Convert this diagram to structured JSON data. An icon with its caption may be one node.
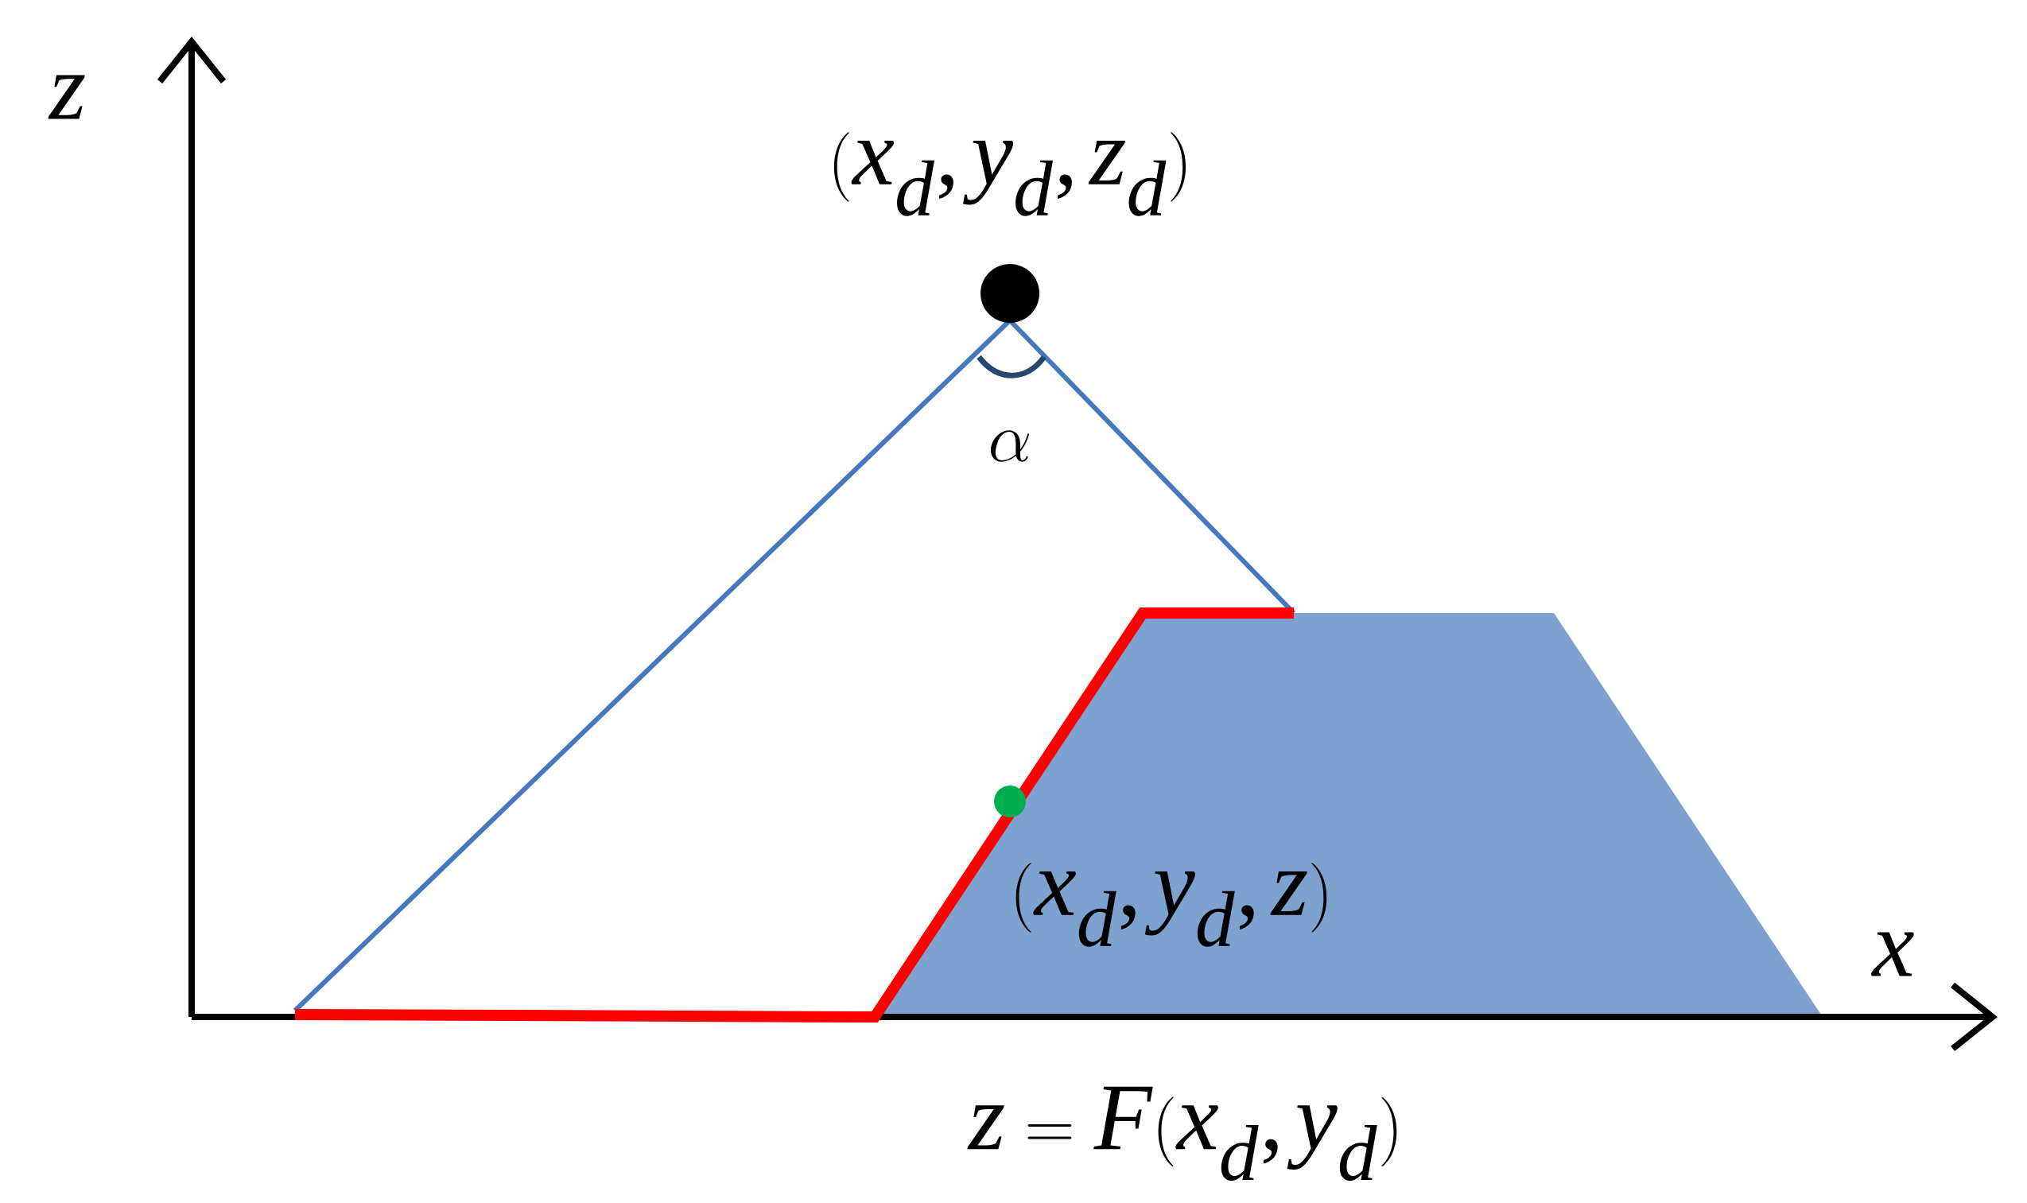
{
  "diagram": {
    "nodes": [
      {
        "text": [],
        "shape": "circle"
      },
      {
        "text": [],
        "shape": "circle"
      }
    ],
    "labels": [
      "z",
      "(x_d, y_d, z_d)",
      "\\alpha",
      "(x_d, y_d, z)",
      "x",
      "z = F(x_d, y_d)"
    ]
  }
}
